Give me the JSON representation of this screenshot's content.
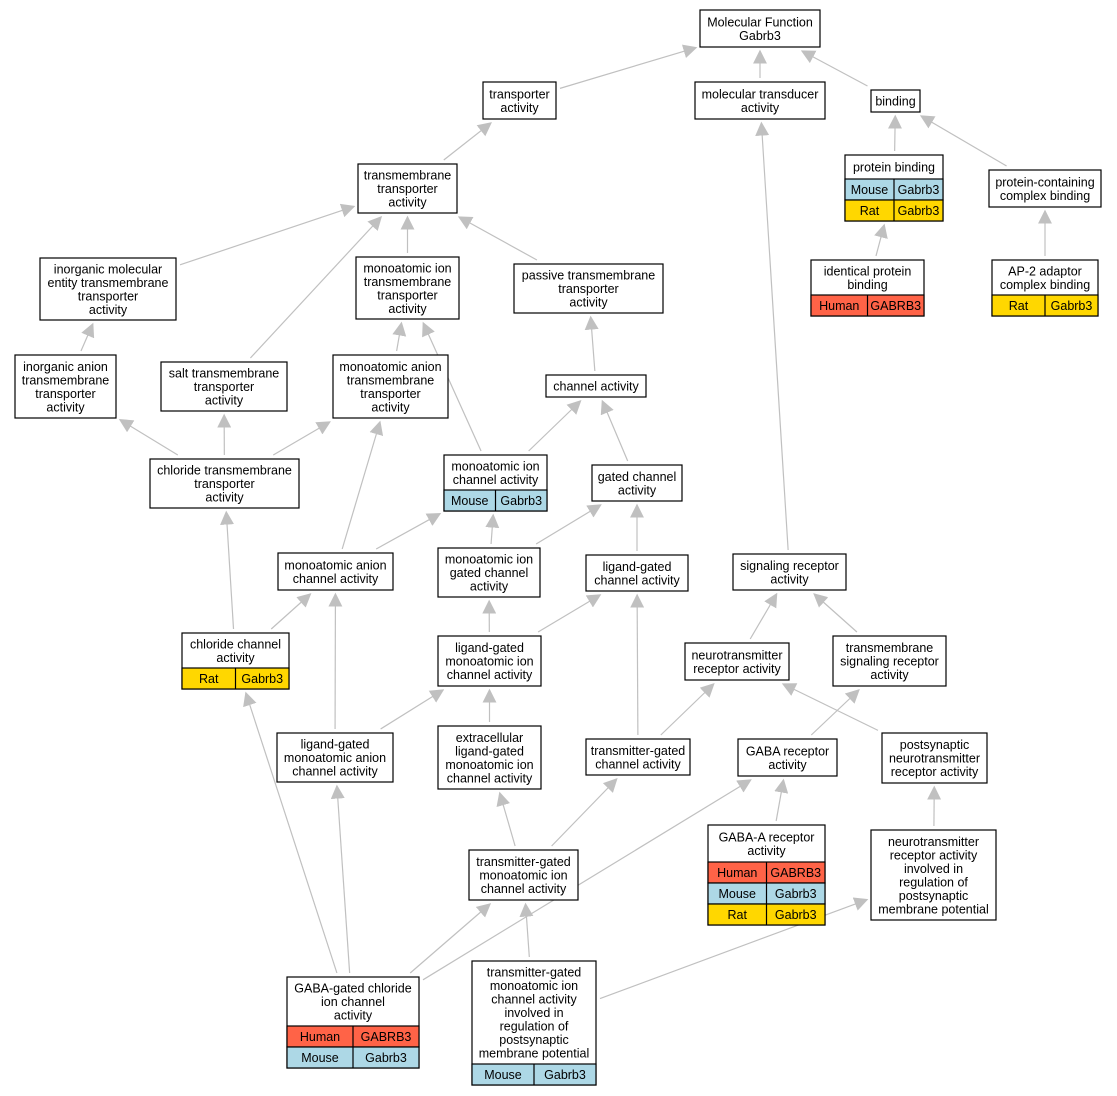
{
  "colors": {
    "edge": "#c0c0c0",
    "node_border": "#000000",
    "node_fill": "#ffffff",
    "species": {
      "Human": "#ff6347",
      "Mouse": "#add8e6",
      "Rat": "#ffd700"
    }
  },
  "nodes": {
    "mf": {
      "lines": [
        "Molecular Function",
        "Gabrb3"
      ],
      "annotations": []
    },
    "ta": {
      "lines": [
        "transporter",
        "activity"
      ],
      "annotations": []
    },
    "mtd": {
      "lines": [
        "molecular transducer",
        "activity"
      ],
      "annotations": []
    },
    "bind": {
      "lines": [
        "binding"
      ],
      "annotations": []
    },
    "tmt": {
      "lines": [
        "transmembrane",
        "transporter",
        "activity"
      ],
      "annotations": []
    },
    "pb": {
      "lines": [
        "protein binding"
      ],
      "annotations": [
        {
          "species": "Mouse",
          "gene": "Gabrb3"
        },
        {
          "species": "Rat",
          "gene": "Gabrb3"
        }
      ]
    },
    "pccb": {
      "lines": [
        "protein-containing",
        "complex binding"
      ],
      "annotations": []
    },
    "imetta": {
      "lines": [
        "inorganic molecular",
        "entity transmembrane",
        "transporter",
        "activity"
      ],
      "annotations": []
    },
    "mitta": {
      "lines": [
        "monoatomic ion",
        "transmembrane",
        "transporter",
        "activity"
      ],
      "annotations": []
    },
    "ptta": {
      "lines": [
        "passive transmembrane",
        "transporter",
        "activity"
      ],
      "annotations": []
    },
    "ipb": {
      "lines": [
        "identical protein",
        "binding"
      ],
      "annotations": [
        {
          "species": "Human",
          "gene": "GABRB3"
        }
      ]
    },
    "ap2": {
      "lines": [
        "AP-2 adaptor",
        "complex binding"
      ],
      "annotations": [
        {
          "species": "Rat",
          "gene": "Gabrb3"
        }
      ]
    },
    "iatta": {
      "lines": [
        "inorganic anion",
        "transmembrane",
        "transporter",
        "activity"
      ],
      "annotations": []
    },
    "stta": {
      "lines": [
        "salt transmembrane",
        "transporter",
        "activity"
      ],
      "annotations": []
    },
    "matta": {
      "lines": [
        "monoatomic anion",
        "transmembrane",
        "transporter",
        "activity"
      ],
      "annotations": []
    },
    "ca": {
      "lines": [
        "channel activity"
      ],
      "annotations": []
    },
    "ctta": {
      "lines": [
        "chloride transmembrane",
        "transporter",
        "activity"
      ],
      "annotations": []
    },
    "mica": {
      "lines": [
        "monoatomic ion",
        "channel activity"
      ],
      "annotations": [
        {
          "species": "Mouse",
          "gene": "Gabrb3"
        }
      ]
    },
    "gca": {
      "lines": [
        "gated channel",
        "activity"
      ],
      "annotations": []
    },
    "maca": {
      "lines": [
        "monoatomic anion",
        "channel activity"
      ],
      "annotations": []
    },
    "migca": {
      "lines": [
        "monoatomic ion",
        "gated channel",
        "activity"
      ],
      "annotations": []
    },
    "lgca": {
      "lines": [
        "ligand-gated",
        "channel activity"
      ],
      "annotations": []
    },
    "sra": {
      "lines": [
        "signaling receptor",
        "activity"
      ],
      "annotations": []
    },
    "cca": {
      "lines": [
        "chloride channel",
        "activity"
      ],
      "annotations": [
        {
          "species": "Rat",
          "gene": "Gabrb3"
        }
      ]
    },
    "lgmica": {
      "lines": [
        "ligand-gated",
        "monoatomic ion",
        "channel activity"
      ],
      "annotations": []
    },
    "nra": {
      "lines": [
        "neurotransmitter",
        "receptor activity"
      ],
      "annotations": []
    },
    "tsra": {
      "lines": [
        "transmembrane",
        "signaling receptor",
        "activity"
      ],
      "annotations": []
    },
    "lgmaca": {
      "lines": [
        "ligand-gated",
        "monoatomic anion",
        "channel activity"
      ],
      "annotations": []
    },
    "elgmica": {
      "lines": [
        "extracellular",
        "ligand-gated",
        "monoatomic ion",
        "channel activity"
      ],
      "annotations": []
    },
    "tgca": {
      "lines": [
        "transmitter-gated",
        "channel activity"
      ],
      "annotations": []
    },
    "gabara": {
      "lines": [
        "GABA receptor",
        "activity"
      ],
      "annotations": []
    },
    "pnra": {
      "lines": [
        "postsynaptic",
        "neurotransmitter",
        "receptor activity"
      ],
      "annotations": []
    },
    "gabaa": {
      "lines": [
        "GABA-A receptor",
        "activity"
      ],
      "annotations": [
        {
          "species": "Human",
          "gene": "GABRB3"
        },
        {
          "species": "Mouse",
          "gene": "Gabrb3"
        },
        {
          "species": "Rat",
          "gene": "Gabrb3"
        }
      ]
    },
    "nrair": {
      "lines": [
        "neurotransmitter",
        "receptor activity",
        "involved in",
        "regulation of",
        "postsynaptic",
        "membrane potential"
      ],
      "annotations": []
    },
    "tgmica": {
      "lines": [
        "transmitter-gated",
        "monoatomic ion",
        "channel activity"
      ],
      "annotations": []
    },
    "gabacl": {
      "lines": [
        "GABA-gated chloride",
        "ion channel",
        "activity"
      ],
      "annotations": [
        {
          "species": "Human",
          "gene": "GABRB3"
        },
        {
          "species": "Mouse",
          "gene": "Gabrb3"
        }
      ]
    },
    "tgmicair": {
      "lines": [
        "transmitter-gated",
        "monoatomic ion",
        "channel activity",
        "involved in",
        "regulation of",
        "postsynaptic",
        "membrane potential"
      ],
      "annotations": [
        {
          "species": "Mouse",
          "gene": "Gabrb3"
        }
      ]
    }
  },
  "edges": [
    [
      "ta",
      "mf"
    ],
    [
      "mtd",
      "mf"
    ],
    [
      "bind",
      "mf"
    ],
    [
      "tmt",
      "ta"
    ],
    [
      "pb",
      "bind"
    ],
    [
      "pccb",
      "bind"
    ],
    [
      "imetta",
      "tmt"
    ],
    [
      "stta",
      "tmt"
    ],
    [
      "mitta",
      "tmt"
    ],
    [
      "ptta",
      "tmt"
    ],
    [
      "ipb",
      "pb"
    ],
    [
      "ap2",
      "pccb"
    ],
    [
      "iatta",
      "imetta"
    ],
    [
      "matta",
      "mitta"
    ],
    [
      "mica",
      "mitta"
    ],
    [
      "ca",
      "ptta"
    ],
    [
      "ctta",
      "iatta"
    ],
    [
      "ctta",
      "stta"
    ],
    [
      "ctta",
      "matta"
    ],
    [
      "maca",
      "matta"
    ],
    [
      "maca",
      "mica"
    ],
    [
      "mica",
      "ca"
    ],
    [
      "gca",
      "ca"
    ],
    [
      "migca",
      "mica"
    ],
    [
      "migca",
      "gca"
    ],
    [
      "lgca",
      "gca"
    ],
    [
      "cca",
      "ctta"
    ],
    [
      "cca",
      "maca"
    ],
    [
      "lgmica",
      "migca"
    ],
    [
      "lgmica",
      "lgca"
    ],
    [
      "sra",
      "mtd"
    ],
    [
      "nra",
      "sra"
    ],
    [
      "tsra",
      "sra"
    ],
    [
      "lgmaca",
      "maca"
    ],
    [
      "lgmaca",
      "lgmica"
    ],
    [
      "elgmica",
      "lgmica"
    ],
    [
      "tgca",
      "lgca"
    ],
    [
      "tgca",
      "nra"
    ],
    [
      "gabara",
      "tsra"
    ],
    [
      "pnra",
      "nra"
    ],
    [
      "gabaa",
      "gabara"
    ],
    [
      "nrair",
      "pnra"
    ],
    [
      "tgmica",
      "elgmica"
    ],
    [
      "tgmica",
      "tgca"
    ],
    [
      "gabacl",
      "cca"
    ],
    [
      "gabacl",
      "lgmaca"
    ],
    [
      "gabacl",
      "tgmica"
    ],
    [
      "gabacl",
      "gabara"
    ],
    [
      "tgmicair",
      "tgmica"
    ],
    [
      "tgmicair",
      "nrair"
    ]
  ]
}
